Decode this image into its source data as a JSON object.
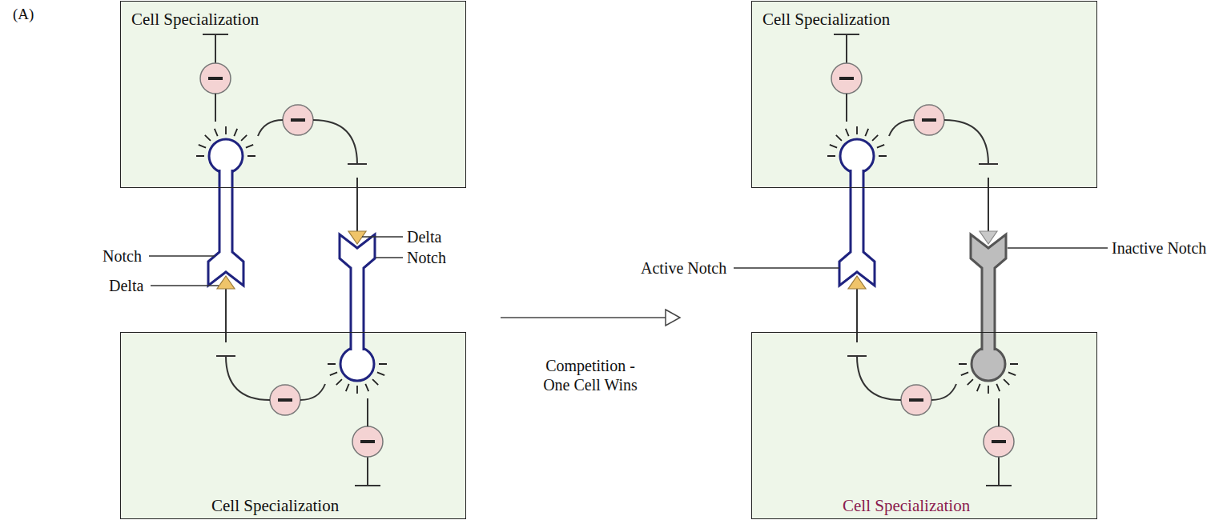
{
  "diagram": {
    "nodes": [
      {
        "text": [
          "Cell Specialization"
        ]
      },
      {
        "text": [
          "Cell Specialization"
        ]
      },
      {
        "text": [
          "Cell Specialization"
        ]
      },
      {
        "text": [
          "Cell Specialization"
        ]
      }
    ],
    "labels": [
      "(A)",
      "Notch",
      "Delta",
      "Delta",
      "Notch",
      "Competition - One Cell Wins",
      "Active Notch",
      "Inactive Notch"
    ]
  }
}
